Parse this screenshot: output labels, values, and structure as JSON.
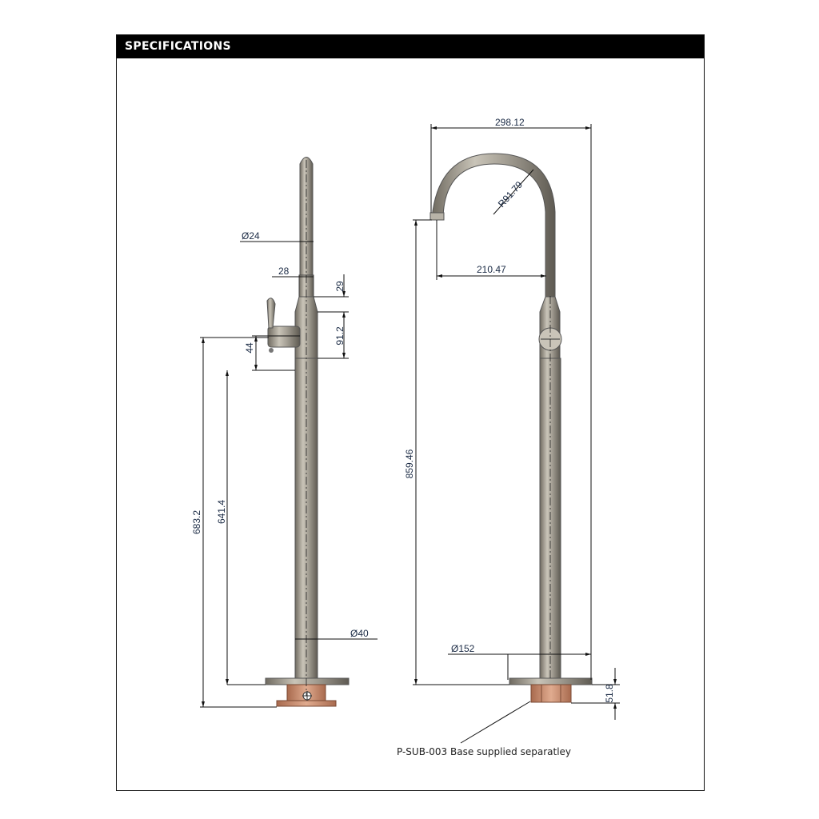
{
  "header": {
    "title": "SPECIFICATIONS"
  },
  "side_view": {
    "labels": {
      "spout_diameter": "Ø24",
      "collar_width": "28",
      "collar_height": "29",
      "body_height": "91.2",
      "handle_offset": "44",
      "handle_to_floor": "683.2",
      "body_to_floor": "641.4",
      "stem_diameter": "Ø40"
    }
  },
  "front_view": {
    "labels": {
      "overall_reach": "298.12",
      "bend_radius": "R91.79",
      "spout_reach": "210.47",
      "outlet_height": "859.46",
      "flange_diameter": "Ø152",
      "base_height": "51.8"
    },
    "note": "P-SUB-003 Base supplied separatley"
  },
  "colors": {
    "header_bg": "#000000",
    "metal": "#a39e93",
    "copper": "#c98e70",
    "dimension_text": "#1a2a44"
  }
}
